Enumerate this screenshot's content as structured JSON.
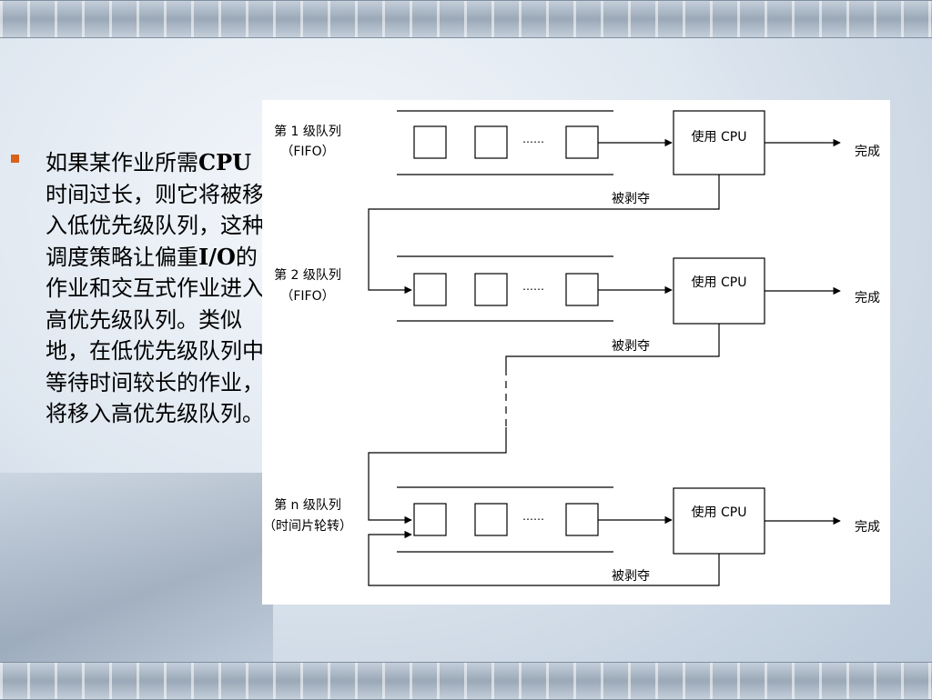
{
  "slide": {
    "bullet_text_part1": "如果某作业所需",
    "bullet_text_cpu": "CPU",
    "bullet_text_part2": "时间过长，则它将被移入低优先级队列，这种调度策略让偏重",
    "bullet_text_io": "I/O",
    "bullet_text_part3": "的作业和交互式作业进入高优先级队列。类似地，在低优先级队列中等待时间较长的作业，将移入高优先级队列。"
  },
  "diagram": {
    "queues": [
      {
        "name": "第 1 级队列",
        "type": "（FIFO）"
      },
      {
        "name": "第 2 级队列",
        "type": "（FIFO）"
      },
      {
        "name": "第 n 级队列",
        "type": "（时间片轮转）"
      }
    ],
    "ellipsis": "……",
    "cpu_label": "使用 CPU",
    "done_label": "完成",
    "preempt_label": "被剥夺"
  },
  "colors": {
    "bullet": "#d9621b",
    "line": "#000000"
  }
}
